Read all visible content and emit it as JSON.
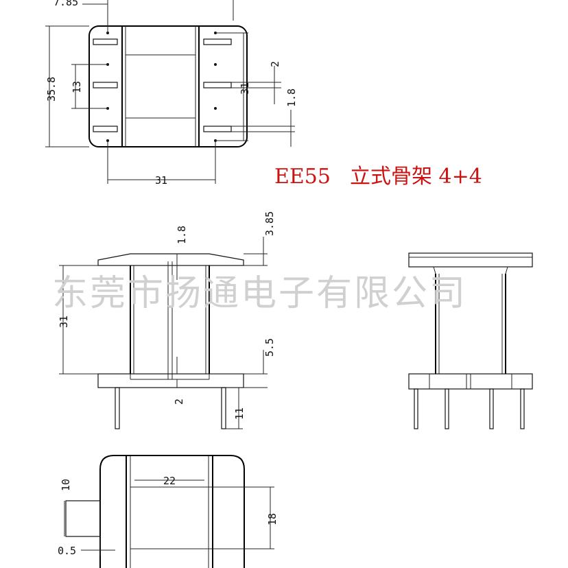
{
  "title": {
    "model": "EE55",
    "description": "立式骨架 4+4"
  },
  "watermark": "东莞市扬通电子有限公司",
  "top_view": {
    "dim_7_85": "7.85",
    "dim_35_8": "35.8",
    "dim_13": "13",
    "dim_31_bottom": "31",
    "dim_31_side": "31",
    "dim_2": "2",
    "dim_1_8": "1.8"
  },
  "front_view": {
    "dim_1_8": "1.8",
    "dim_3_85": "3.85",
    "dim_31": "31",
    "dim_5_5": "5.5",
    "dim_2": "2",
    "dim_11": "11"
  },
  "bottom_view": {
    "dim_10": "10",
    "dim_22": "22",
    "dim_18": "18",
    "dim_0_5": "0.5"
  },
  "colors": {
    "line": "#111111",
    "title": "#cc1111",
    "watermark": "#d0d0d0"
  }
}
